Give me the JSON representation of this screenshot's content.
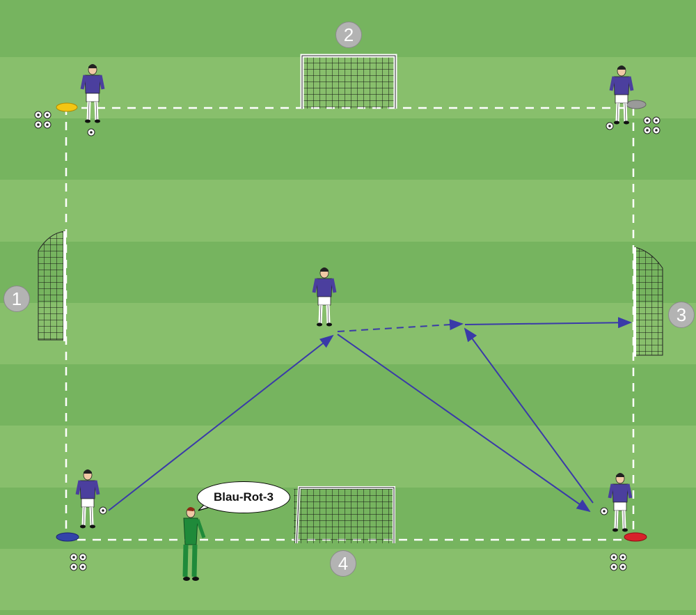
{
  "title": "Passing drill with four goals",
  "station_labels": [
    "1",
    "2",
    "3",
    "4"
  ],
  "coach_call": "Blau-Rot-3",
  "colors": {
    "field_dark": "#76b45f",
    "field_light": "#88bf6c",
    "player_shirt": "#4b3f9e",
    "pass_arrow": "#3a3aa8",
    "coach": "#1f8a3a",
    "cone_yellow": "#f3c613",
    "cone_grey": "#9a9a9a",
    "cone_blue": "#3344aa",
    "cone_red": "#d8212a"
  }
}
